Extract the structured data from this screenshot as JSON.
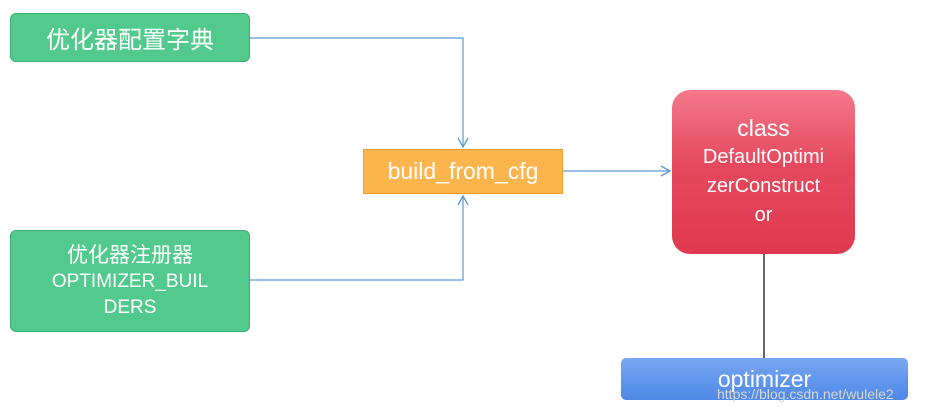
{
  "nodes": {
    "dict": {
      "label": "优化器配置字典"
    },
    "registry": {
      "line1": "优化器注册器",
      "line2": "OPTIMIZER_BUIL",
      "line3": "DERS"
    },
    "build": {
      "label": "build_from_cfg"
    },
    "class": {
      "line1": "class",
      "line2": "DefaultOptimi",
      "line3": "zerConstruct",
      "line4": "or"
    },
    "optimizer": {
      "label": "optimizer"
    }
  },
  "watermark": "https://blog.csdn.net/wulele2",
  "colors": {
    "green_node": "#52c98d",
    "build_node": "#fbb54c",
    "class_node": "#e5495f",
    "optimizer_node": "#4f88e6",
    "arrow_line": "#5b9bd5",
    "plain_line": "#000000"
  }
}
